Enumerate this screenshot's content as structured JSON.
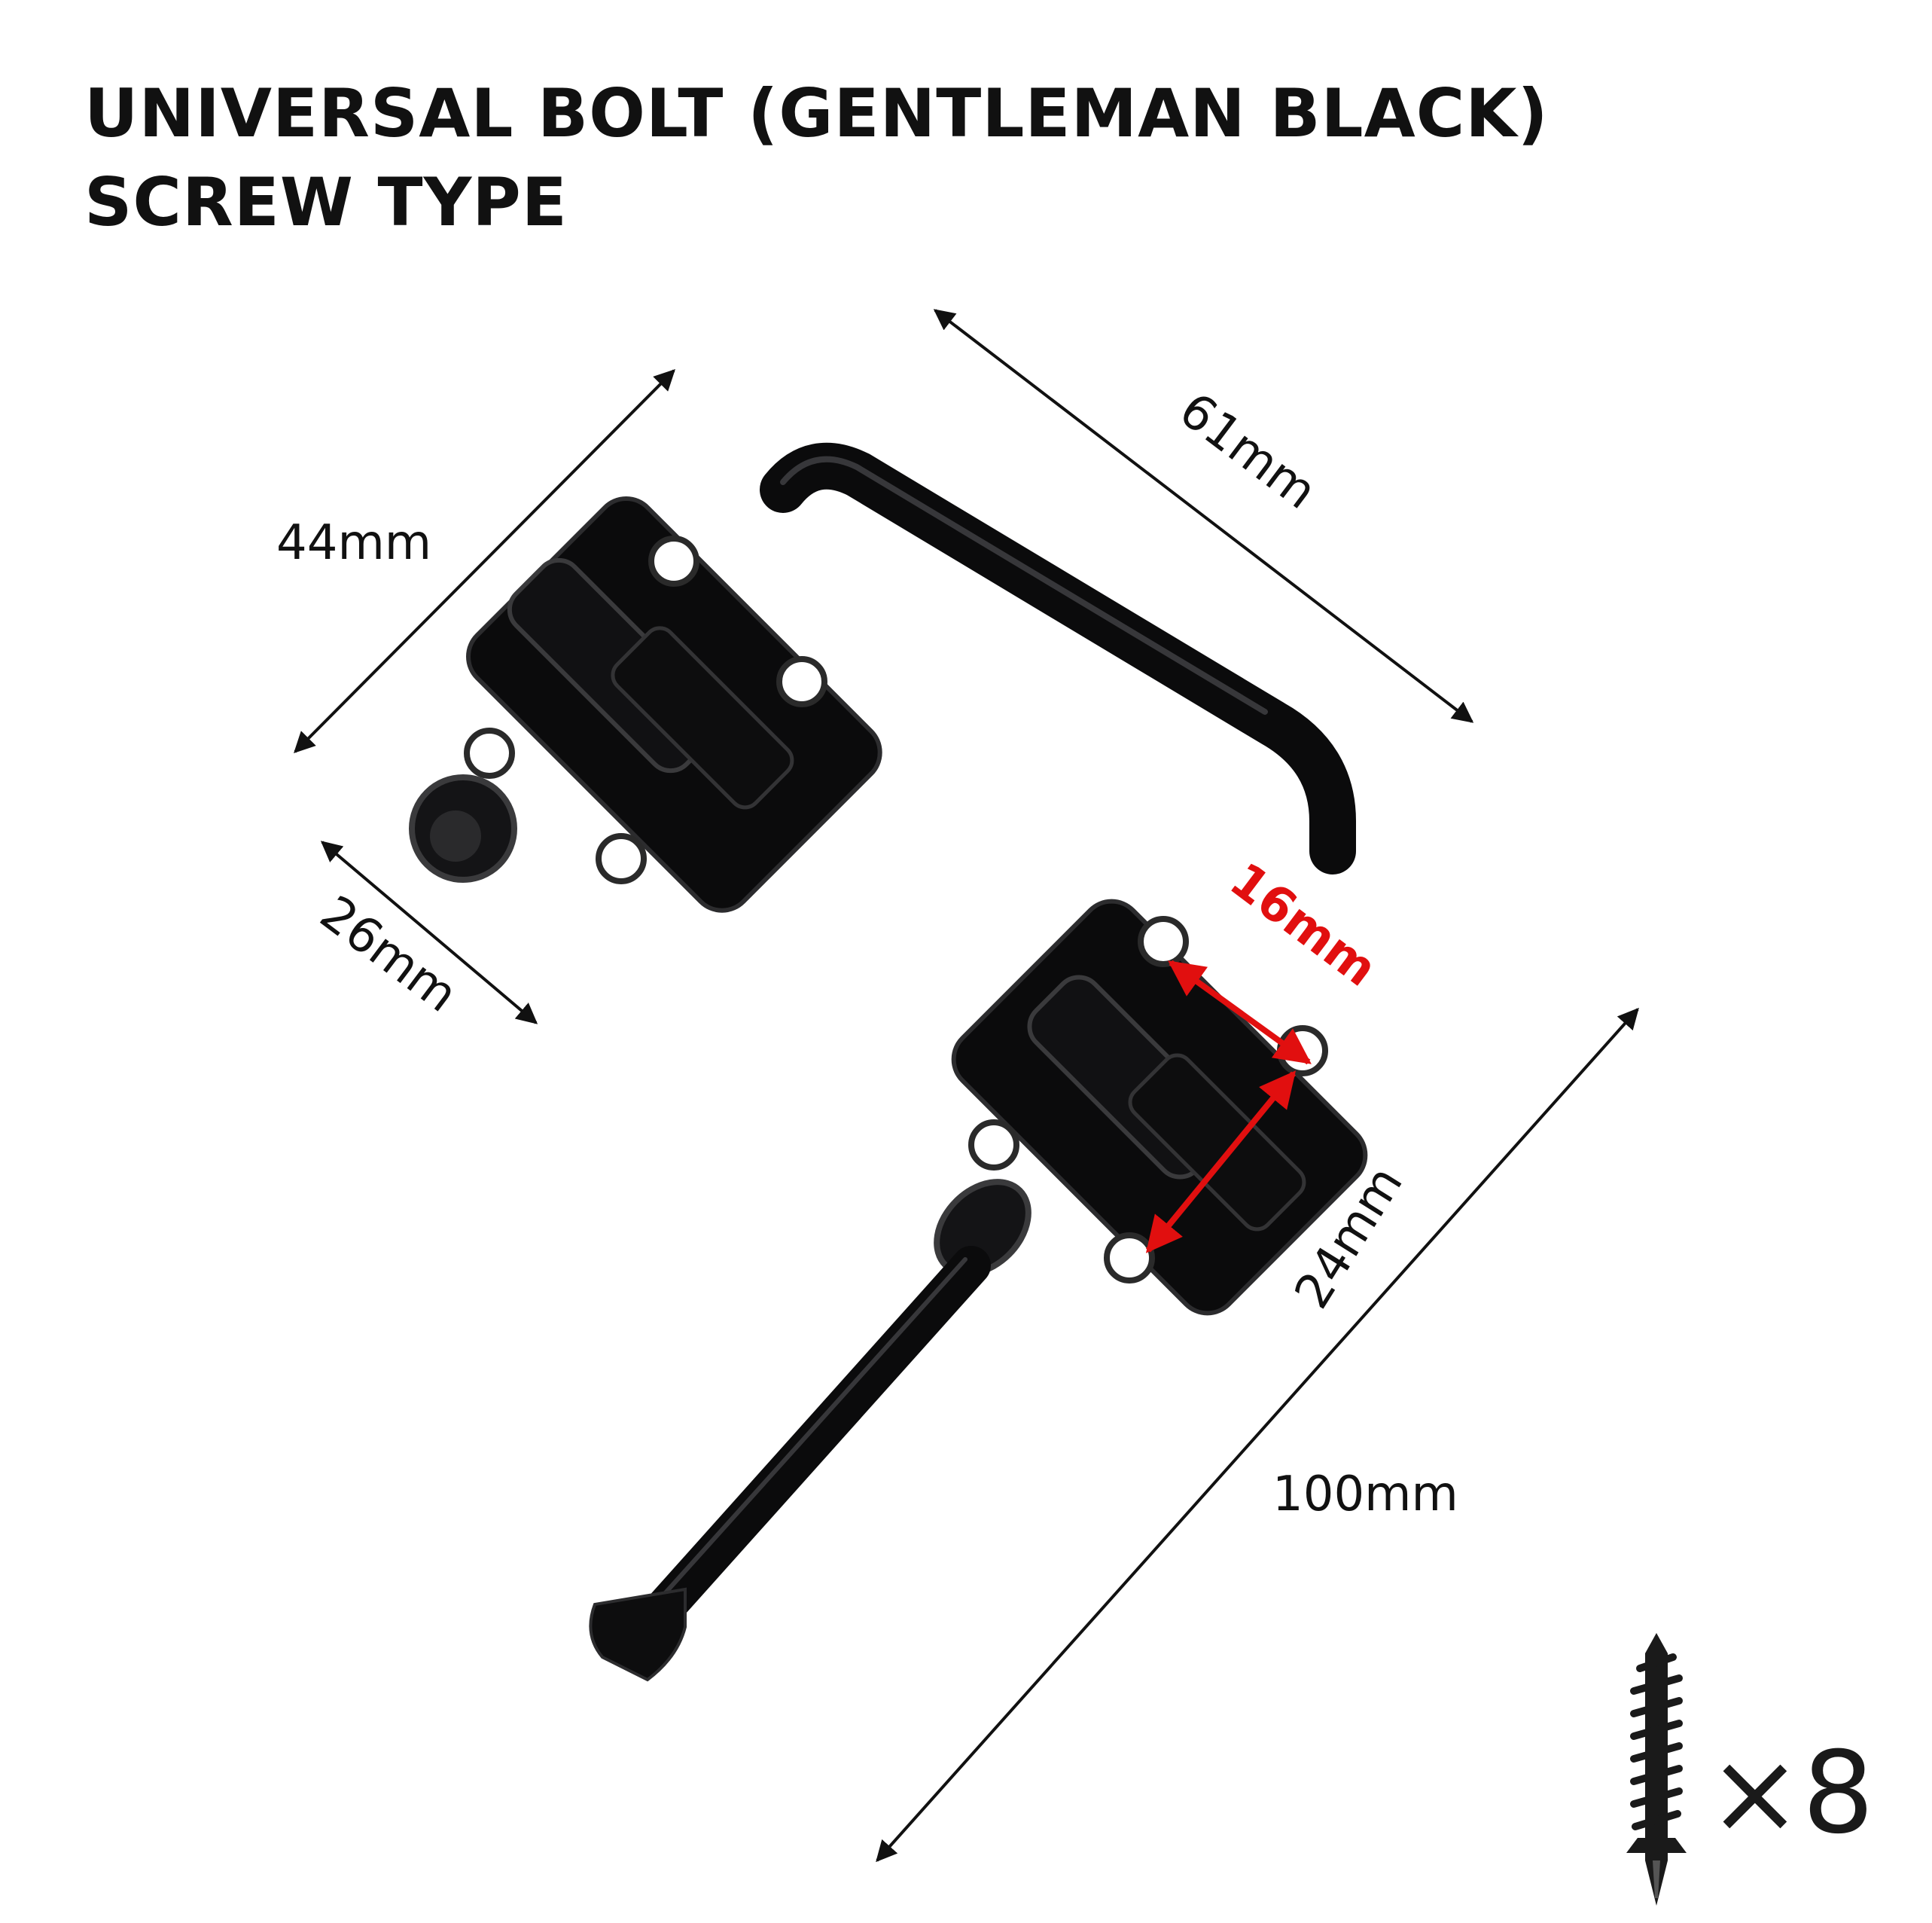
{
  "title": {
    "line1": "UNIVERSAL BOLT (GENTLEMAN BLACK)",
    "line2": "SCREW TYPE"
  },
  "dimensions": {
    "plate_height": "44mm",
    "handle_width": "61mm",
    "plate_width": "26mm",
    "hole_spacing_short": "16mm",
    "hole_spacing_long": "24mm",
    "bolt_length": "100mm"
  },
  "accessories": {
    "screw_icon": "screw-icon",
    "quantity": "×8"
  },
  "colors": {
    "product": "#0b0b0c",
    "dimension_line": "#111111",
    "highlight": "#e10f0f"
  }
}
